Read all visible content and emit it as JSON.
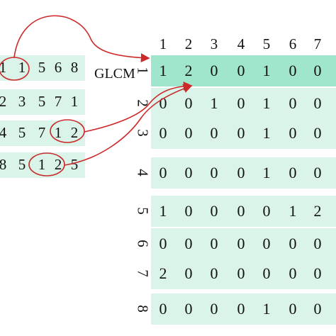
{
  "input_matrix": [
    [
      "1",
      "1",
      "5",
      "6",
      "8"
    ],
    [
      "2",
      "3",
      "5",
      "7",
      "1"
    ],
    [
      "4",
      "5",
      "7",
      "1",
      "2"
    ],
    [
      "8",
      "5",
      "1",
      "2",
      "5"
    ]
  ],
  "glcm_label": "GLCM",
  "glcm_col_headers": [
    "1",
    "2",
    "3",
    "4",
    "5",
    "6",
    "7"
  ],
  "glcm_row_headers": [
    "1",
    "2",
    "3",
    "4",
    "5",
    "6",
    "7",
    "8"
  ],
  "glcm_matrix": [
    [
      "1",
      "2",
      "0",
      "0",
      "1",
      "0",
      "0"
    ],
    [
      "0",
      "0",
      "1",
      "0",
      "1",
      "0",
      "0"
    ],
    [
      "0",
      "0",
      "0",
      "0",
      "1",
      "0",
      "0"
    ],
    [
      "0",
      "0",
      "0",
      "0",
      "1",
      "0",
      "0"
    ],
    [
      "1",
      "0",
      "0",
      "0",
      "0",
      "1",
      "2"
    ],
    [
      "0",
      "0",
      "0",
      "0",
      "0",
      "0",
      "0"
    ],
    [
      "2",
      "0",
      "0",
      "0",
      "0",
      "0",
      "0"
    ],
    [
      "0",
      "0",
      "0",
      "0",
      "1",
      "0",
      "0"
    ]
  ],
  "colors": {
    "row_tint": "#dbf4ea",
    "row_highlight": "#9fe6cc",
    "annotation": "#cc2a2a"
  }
}
